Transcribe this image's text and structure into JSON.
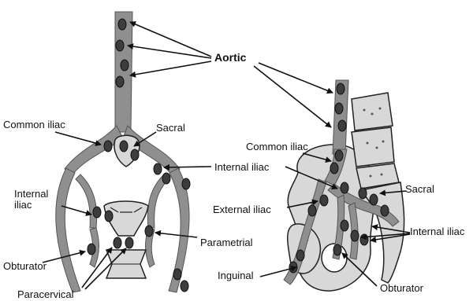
{
  "labels": {
    "aortic": "Aortic",
    "common_iliac_left": "Common iliac",
    "sacral_left": "Sacral",
    "internal_iliac_left_line1": "Internal",
    "internal_iliac_left_line2": "iliac",
    "internal_iliac_center": "Internal iliac",
    "common_iliac_right": "Common iliac",
    "external_iliac": "External iliac",
    "sacral_right": "Sacral",
    "internal_iliac_right": "Internal iliac",
    "parametrial": "Parametrial",
    "obturator_left": "Obturator",
    "obturator_right": "Obturator",
    "inguinal": "Inguinal",
    "paracervical": "Paracervical"
  },
  "colors": {
    "vessel": "#8f8f8f",
    "node": "#3d3d3d",
    "bone": "#d8d8d8"
  }
}
